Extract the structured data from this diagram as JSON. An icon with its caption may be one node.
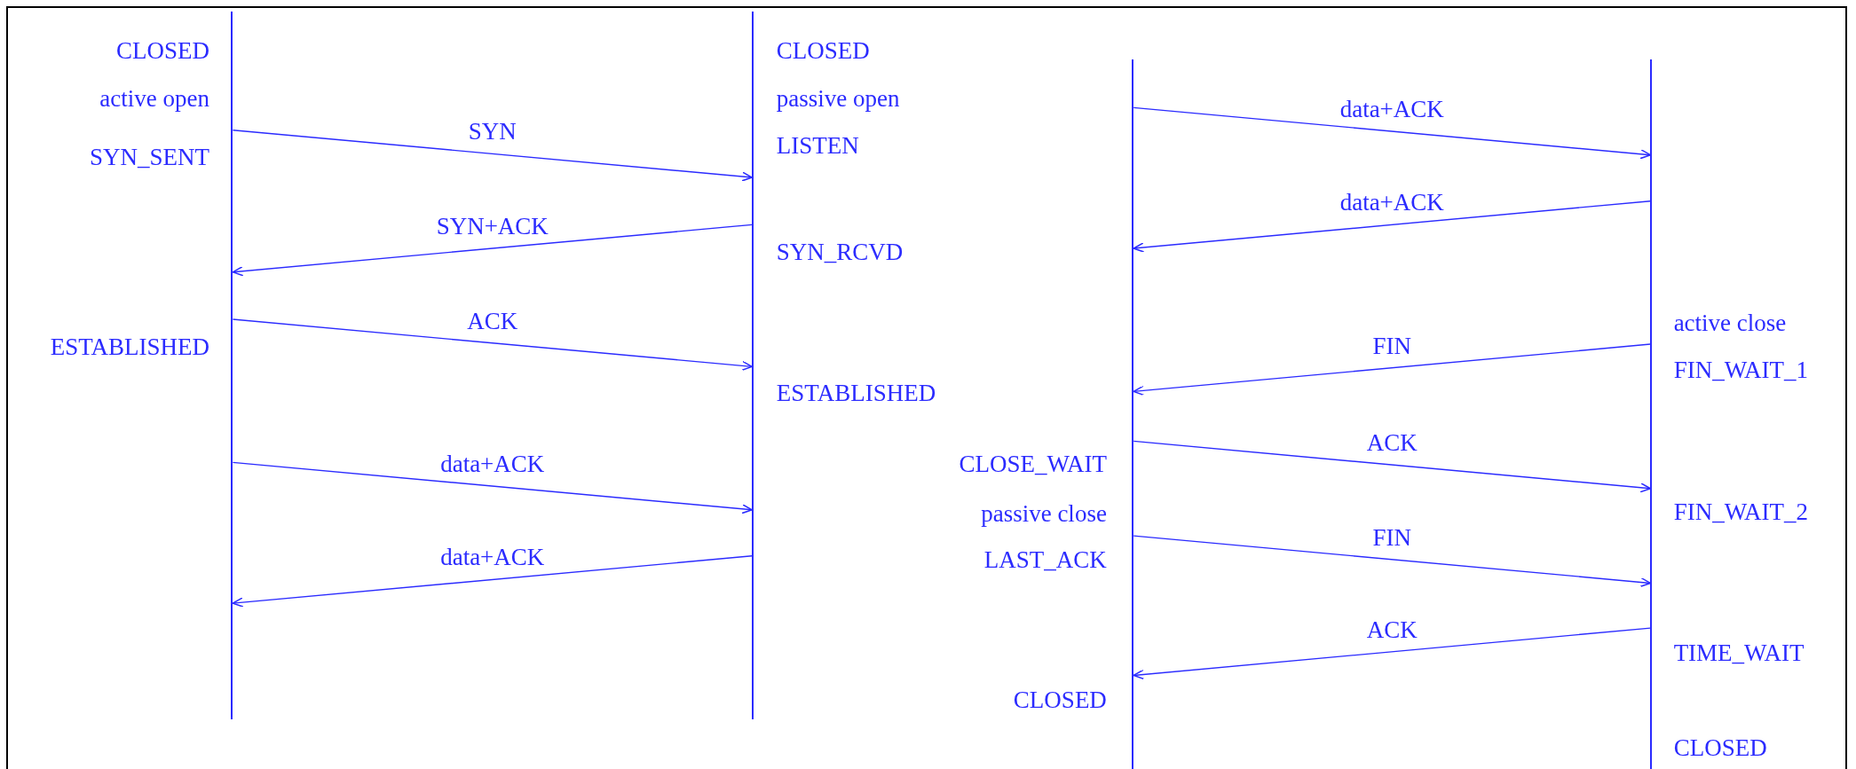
{
  "diagram": {
    "nodes": [
      {
        "text": [],
        "shape": "bar",
        "beside": [
          "CLOSED",
          "active open",
          "SYN_SENT",
          "ESTABLISHED"
        ]
      },
      {
        "text": [],
        "shape": "bar",
        "beside": [
          "CLOSED",
          "passive open",
          "LISTEN",
          "SYN_RCVD",
          "ESTABLISHED"
        ]
      },
      {
        "text": [],
        "shape": "bar",
        "beside": [
          "CLOSE_WAIT",
          "passive close",
          "LAST_ACK",
          "CLOSED"
        ]
      },
      {
        "text": [],
        "shape": "bar",
        "beside": [
          "active close",
          "FIN_WAIT_1",
          "FIN_WAIT_2",
          "TIME_WAIT",
          "CLOSED"
        ]
      }
    ],
    "edges": [
      {
        "from": 0,
        "to": 1,
        "arrow": "to",
        "label": "SYN"
      },
      {
        "from": 1,
        "to": 0,
        "arrow": "to",
        "label": "SYN+ACK"
      },
      {
        "from": 0,
        "to": 1,
        "arrow": "to",
        "label": "ACK"
      },
      {
        "from": 0,
        "to": 1,
        "arrow": "to",
        "label": "data+ACK"
      },
      {
        "from": 1,
        "to": 0,
        "arrow": "to",
        "label": "data+ACK"
      },
      {
        "from": 2,
        "to": 3,
        "arrow": "to",
        "label": "data+ACK"
      },
      {
        "from": 3,
        "to": 2,
        "arrow": "to",
        "label": "data+ACK"
      },
      {
        "from": 3,
        "to": 2,
        "arrow": "to",
        "label": "FIN"
      },
      {
        "from": 2,
        "to": 3,
        "arrow": "to",
        "label": "ACK"
      },
      {
        "from": 2,
        "to": 3,
        "arrow": "to",
        "label": "FIN"
      },
      {
        "from": 3,
        "to": 2,
        "arrow": "to",
        "label": "ACK"
      }
    ]
  }
}
